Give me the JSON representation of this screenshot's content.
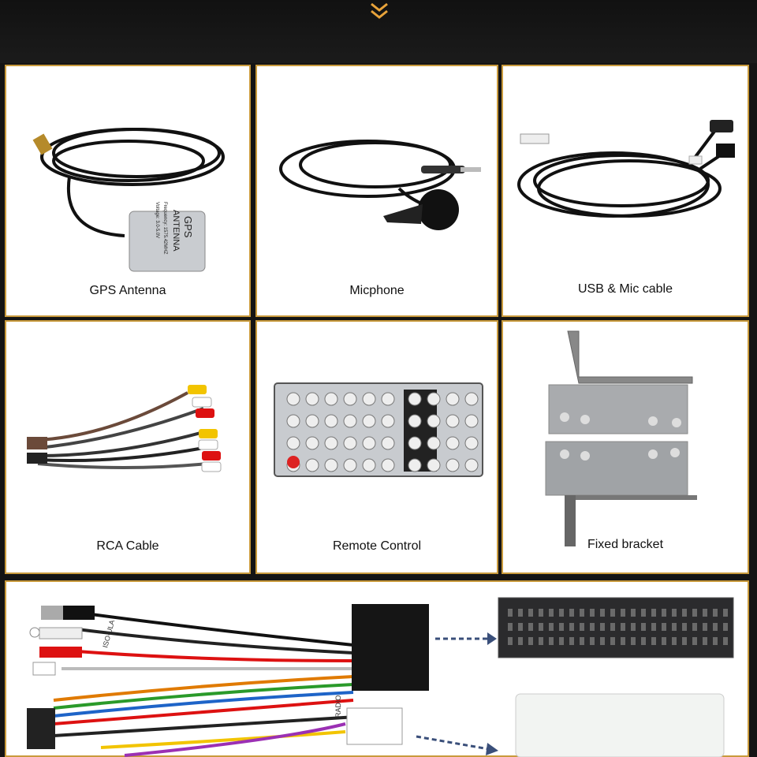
{
  "accessories": [
    {
      "label": "GPS Antenna",
      "icon": "gps-antenna"
    },
    {
      "label": "Micphone",
      "icon": "microphone"
    },
    {
      "label": "USB & Mic cable",
      "icon": "usb-cable"
    },
    {
      "label": "RCA Cable",
      "icon": "rca-cable"
    },
    {
      "label": "Remote Control",
      "icon": "remote-control"
    },
    {
      "label": "Fixed bracket",
      "icon": "bracket"
    }
  ],
  "gps_label": {
    "line1": "GPS",
    "line2": "ANTENNA",
    "line3": "Frequency: 1575.42MHZ",
    "line4": "Voltage: 3.0-5.0V"
  },
  "cable_tags": {
    "tag1": "ISO-ULA",
    "tag2": "RADIO"
  },
  "colors": {
    "accent": "#c99a3c",
    "chevron": "#e8a33a",
    "background": "#141414"
  }
}
